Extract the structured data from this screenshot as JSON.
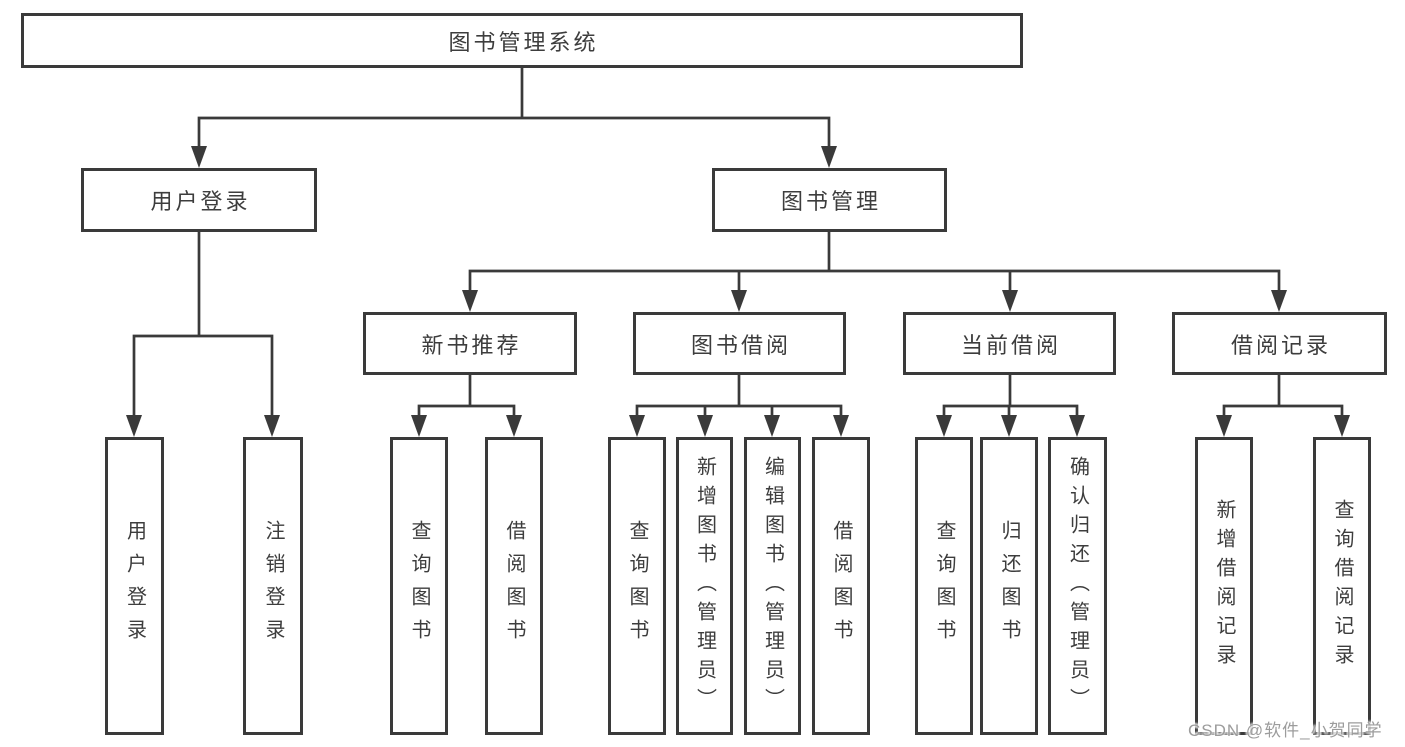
{
  "hierarchy": {
    "label": "图书管理系统",
    "children": [
      {
        "label": "用户登录",
        "children": [
          {
            "label": "用户登录"
          },
          {
            "label": "注销登录"
          }
        ]
      },
      {
        "label": "图书管理",
        "children": [
          {
            "label": "新书推荐",
            "children": [
              {
                "label": "查询图书"
              },
              {
                "label": "借阅图书"
              }
            ]
          },
          {
            "label": "图书借阅",
            "children": [
              {
                "label": "查询图书"
              },
              {
                "label": "新增图书（管理员）"
              },
              {
                "label": "编辑图书（管理员）"
              },
              {
                "label": "借阅图书"
              }
            ]
          },
          {
            "label": "当前借阅",
            "children": [
              {
                "label": "查询图书"
              },
              {
                "label": "归还图书"
              },
              {
                "label": "确认归还（管理员）"
              }
            ]
          },
          {
            "label": "借阅记录",
            "children": [
              {
                "label": "新增借阅记录"
              },
              {
                "label": "查询借阅记录"
              }
            ]
          }
        ]
      }
    ]
  },
  "watermark": "CSDN @软件_小贺同学",
  "colors": {
    "line": "#3a3a3a",
    "box_border": "#3a3a3a",
    "text": "#3d3d3d",
    "watermark": "#9c9c9c",
    "background": "#ffffff"
  }
}
